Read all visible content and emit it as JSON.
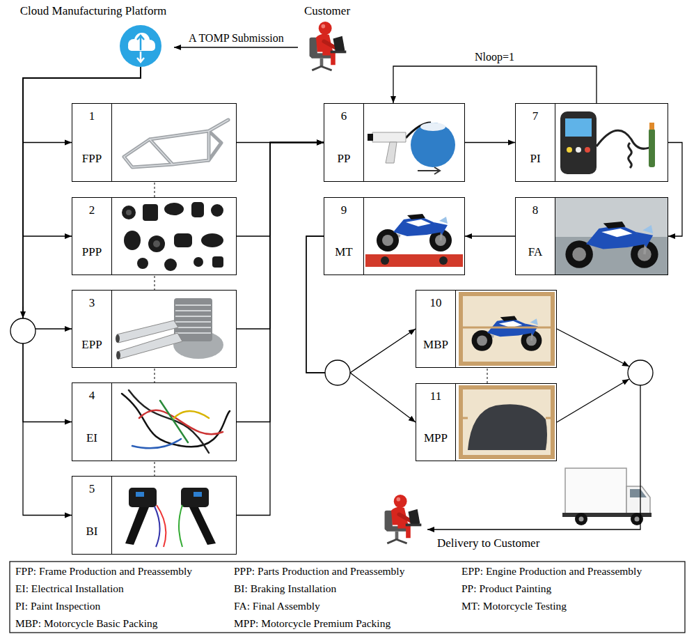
{
  "diagram": {
    "nodes": [
      {
        "text": [
          "Cloud Manufacturing Platform"
        ]
      },
      {
        "text": [
          "Customer"
        ]
      },
      {
        "text": [
          "1",
          "FPP"
        ]
      },
      {
        "text": [
          "2",
          "PPP"
        ]
      },
      {
        "text": [
          "3",
          "EPP"
        ]
      },
      {
        "text": [
          "4",
          "EI"
        ]
      },
      {
        "text": [
          "5",
          "BI"
        ]
      },
      {
        "text": [
          "6",
          "PP"
        ]
      },
      {
        "text": [
          "7",
          "PI"
        ]
      },
      {
        "text": [
          "8",
          "FA"
        ]
      },
      {
        "text": [
          "9",
          "MT"
        ]
      },
      {
        "text": [
          "10",
          "MBP"
        ]
      },
      {
        "text": [
          "11",
          "MPP"
        ]
      }
    ],
    "edges": [
      {
        "from": 1,
        "to": 0,
        "arrow": "to",
        "label": "A TOMP Submission"
      },
      {
        "from": 0,
        "to": 2,
        "arrow": "to"
      },
      {
        "from": 0,
        "to": 3,
        "arrow": "to"
      },
      {
        "from": 0,
        "to": 4,
        "arrow": "to"
      },
      {
        "from": 0,
        "to": 5,
        "arrow": "to"
      },
      {
        "from": 0,
        "to": 6,
        "arrow": "to"
      },
      {
        "from": 2,
        "to": 7,
        "arrow": "to"
      },
      {
        "from": 3,
        "to": 7,
        "arrow": "to"
      },
      {
        "from": 4,
        "to": 7,
        "arrow": "to"
      },
      {
        "from": 5,
        "to": 7,
        "arrow": "to"
      },
      {
        "from": 6,
        "to": 7,
        "arrow": "to"
      },
      {
        "from": 7,
        "to": 8,
        "arrow": "to"
      },
      {
        "from": 8,
        "to": 7,
        "arrow": "to",
        "label": "Nloop=1"
      },
      {
        "from": 8,
        "to": 9,
        "arrow": "to"
      },
      {
        "from": 9,
        "to": 10,
        "arrow": "to"
      },
      {
        "from": 10,
        "to": 11,
        "arrow": "to"
      },
      {
        "from": 10,
        "to": 12,
        "arrow": "to"
      }
    ],
    "labels": [
      "FPP: Frame Production and Preassembly",
      "PPP: Parts Production and Preassembly",
      "EPP: Engine Production and Preassembly",
      "EI: Electrical Installation",
      "BI: Braking Installation",
      "PP: Product Painting",
      "PI: Paint Inspection",
      "FA: Final Assembly",
      "MT: Motorcycle Testing",
      "MBP: Motorcycle Basic Packing",
      "MPP: Motorcycle Premium Packing",
      "Delivery to Customer"
    ]
  }
}
